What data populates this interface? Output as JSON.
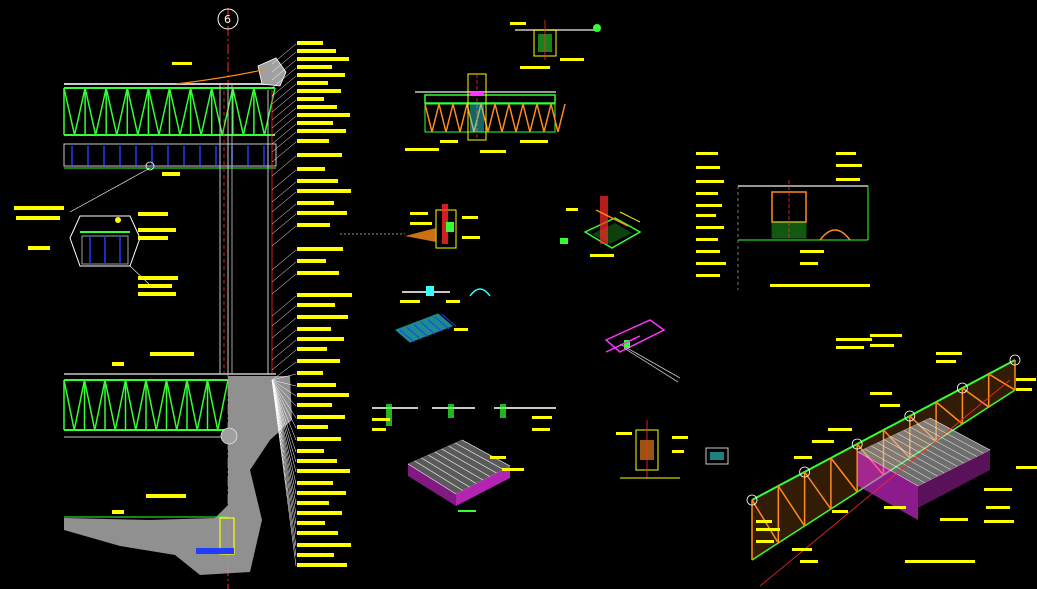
{
  "drawing": {
    "background_color": "#000000",
    "axis_bubble_label": "6"
  },
  "colors": {
    "annotation": "#ffff00",
    "truss": "#33ff33",
    "steel_gray": "#c8c8c8",
    "blue": "#1f3cff",
    "concrete": "#a0a0a0",
    "orange": "#ff8c1a",
    "magenta": "#ff33ff",
    "cyan": "#33ffff",
    "red": "#ff2a2a",
    "white": "#ffffff"
  },
  "views": [
    {
      "id": "main-wall-section",
      "kind": "wall-section"
    },
    {
      "id": "top-roof-detail",
      "kind": "roof-section-detail"
    },
    {
      "id": "small-top-detail",
      "kind": "connection-detail"
    },
    {
      "id": "gutter-detail",
      "kind": "gutter-detail"
    },
    {
      "id": "iso-plate-detail",
      "kind": "isometric-detail"
    },
    {
      "id": "beam-truss-section",
      "kind": "section-detail"
    },
    {
      "id": "panel-sheet-details",
      "kind": "panel-detail"
    },
    {
      "id": "purlin-iso",
      "kind": "isometric-detail"
    },
    {
      "id": "roof-panel-iso",
      "kind": "isometric-detail"
    },
    {
      "id": "column-base-detail",
      "kind": "base-detail"
    },
    {
      "id": "large-iso-roof",
      "kind": "isometric-assembly"
    }
  ]
}
